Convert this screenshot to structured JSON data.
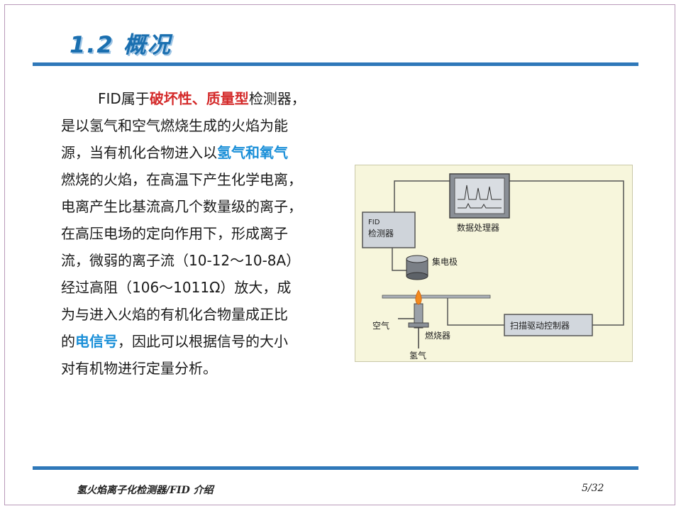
{
  "slide": {
    "title": "1.2 概况",
    "footer_title": "氢火焰离子化检测器/FID 介绍",
    "page_number": "5/32"
  },
  "paragraph": {
    "l1_a": "FID属于",
    "l1_b": "破坏性、质量型",
    "l1_c": "检测器，",
    "l2": "是以氢气和空气燃烧生成的火焰为能",
    "l3_a": "源，当有机化合物进入以",
    "l3_b": "氢气和氧气",
    "l4": "燃烧的火焰，在高温下产生化学电离，",
    "l5": "电离产生比基流高几个数量级的离子，",
    "l6": "在高压电场的定向作用下，形成离子",
    "l7": "流，微弱的离子流（10-12～10-8A）",
    "l8": "经过高阻（106～1011Ω）放大，成",
    "l9": "为与进入火焰的有机化合物量成正比",
    "l10_a": "的",
    "l10_b": "电信号",
    "l10_c": "，因此可以根据信号的大小",
    "l11": "对有机物进行定量分析。"
  },
  "diagram": {
    "fid_label_1": "FID",
    "fid_label_2": "检测器",
    "data_processor": "数据处理器",
    "collector": "集电极",
    "air": "空气",
    "burner": "燃烧器",
    "hydrogen": "氢气",
    "scan_controller": "扫描驱动控制器"
  },
  "colors": {
    "title": "#1a6fb0",
    "rule": "#2f78b9",
    "emphasis_red": "#d42a2a",
    "emphasis_blue": "#1a8fd8"
  }
}
